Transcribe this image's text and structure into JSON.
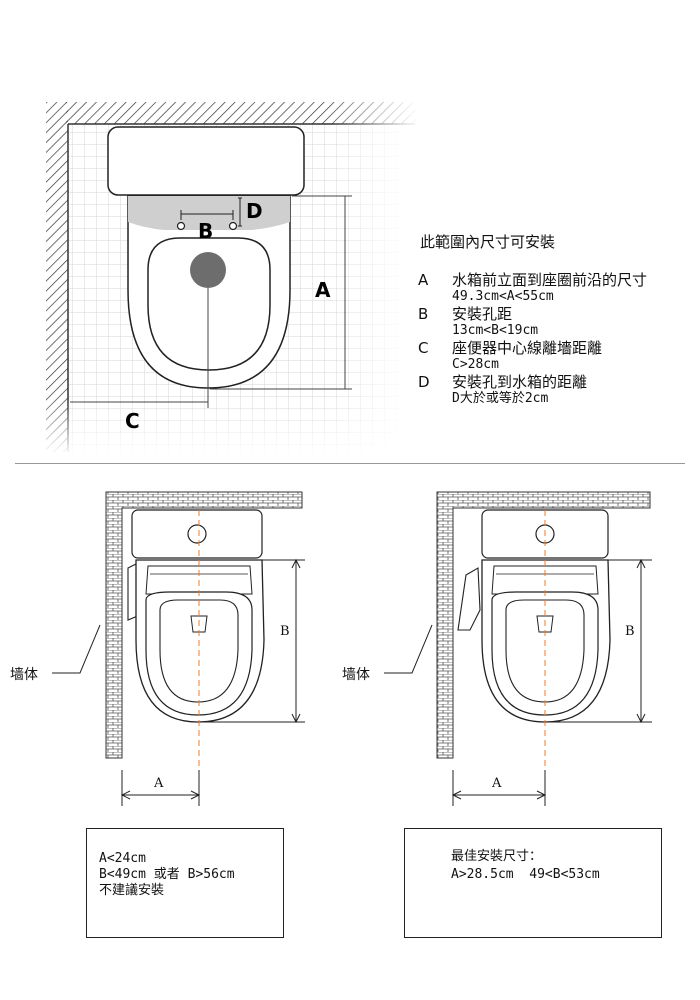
{
  "top_diagram": {
    "labels": {
      "a": "A",
      "b": "B",
      "c": "C",
      "d": "D"
    },
    "accent_color": "#f07b21"
  },
  "legend": {
    "title": "此範圍內尺寸可安裝",
    "items": [
      {
        "key": "A",
        "title": "水箱前立面到座圈前沿的尺寸",
        "value": "49.3cm<A<55cm"
      },
      {
        "key": "B",
        "title": "安裝孔距",
        "value": "13cm<B<19cm"
      },
      {
        "key": "C",
        "title": "座便器中心線離墻距離",
        "value": "C>28cm"
      },
      {
        "key": "D",
        "title": "安裝孔到水箱的距離",
        "value": "D大於或等於2cm"
      }
    ]
  },
  "left_panel": {
    "wall_label": "墙体",
    "dim_a": "A",
    "dim_b": "B",
    "note_lines": [
      "A<24cm",
      "B<49cm 或者 B>56cm",
      "不建議安裝"
    ]
  },
  "right_panel": {
    "wall_label": "墙体",
    "dim_a": "A",
    "dim_b": "B",
    "note_lines": [
      "最佳安裝尺寸：",
      "A>28.5cm  49<B<53cm"
    ]
  }
}
